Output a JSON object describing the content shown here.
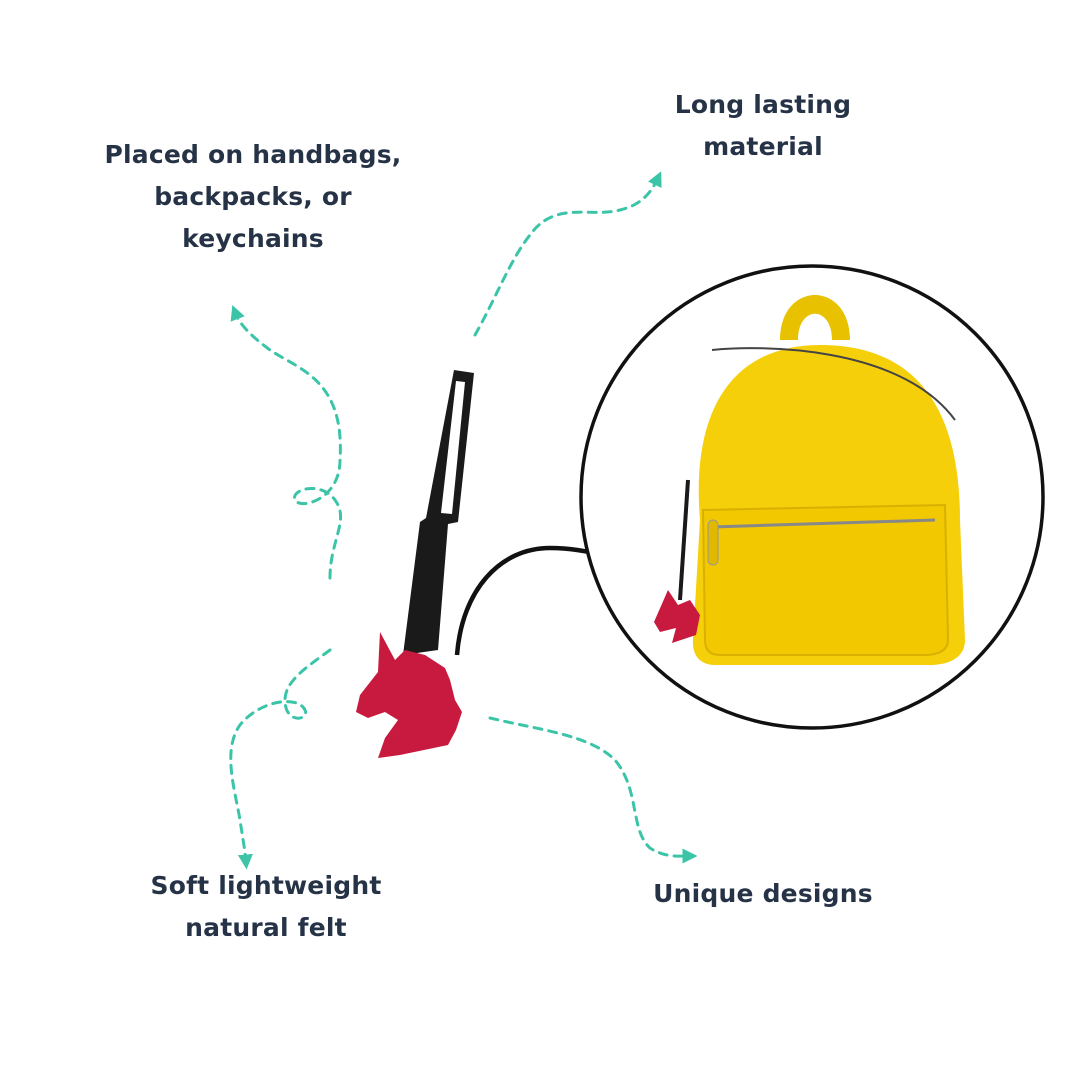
{
  "features": {
    "placement": {
      "lines": [
        "Placed on handbags,",
        "backpacks, or",
        "keychains"
      ]
    },
    "material": {
      "lines": [
        "Long lasting",
        "material"
      ]
    },
    "felt": {
      "lines": [
        "Soft lightweight",
        "natural felt"
      ]
    },
    "designs": {
      "lines": [
        "Unique designs"
      ]
    }
  },
  "colors": {
    "text": "#263347",
    "accent": "#3cc4a8",
    "charm": "#c8193f",
    "backpack": "#f5cf0a"
  },
  "icons": [
    "unicode-felt-charm",
    "yellow-backpack-photo",
    "curved-arrow",
    "dashed-arrows"
  ]
}
